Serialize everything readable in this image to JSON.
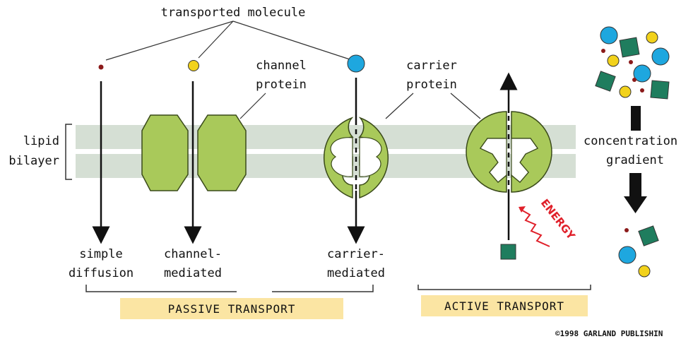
{
  "labels": {
    "transported_molecule": "transported molecule",
    "channel_protein_1": "channel",
    "channel_protein_2": "protein",
    "carrier_protein_1": "carrier",
    "carrier_protein_2": "protein",
    "lipid_bilayer_1": "lipid",
    "lipid_bilayer_2": "bilayer",
    "concentration_1": "concentration",
    "concentration_2": "gradient",
    "simple_1": "simple",
    "simple_2": "diffusion",
    "channel_med_1": "channel-",
    "channel_med_2": "mediated",
    "carrier_med_1": "carrier-",
    "carrier_med_2": "mediated",
    "passive": "PASSIVE TRANSPORT",
    "active": "ACTIVE TRANSPORT",
    "energy": "ENERGY",
    "copyright": "©1998 GARLAND PUBLISHIN"
  },
  "colors": {
    "membrane": "#d5dfd4",
    "protein": "#a9c95a",
    "protein_stroke": "#3a4a1a",
    "band": "#fbe5a3",
    "small_molecule": "#8b1a1a",
    "yellow_molecule": "#f2d21b",
    "blue_molecule": "#1ea7df",
    "square_molecule": "#1f7d5e",
    "energy": "#e0202a"
  }
}
